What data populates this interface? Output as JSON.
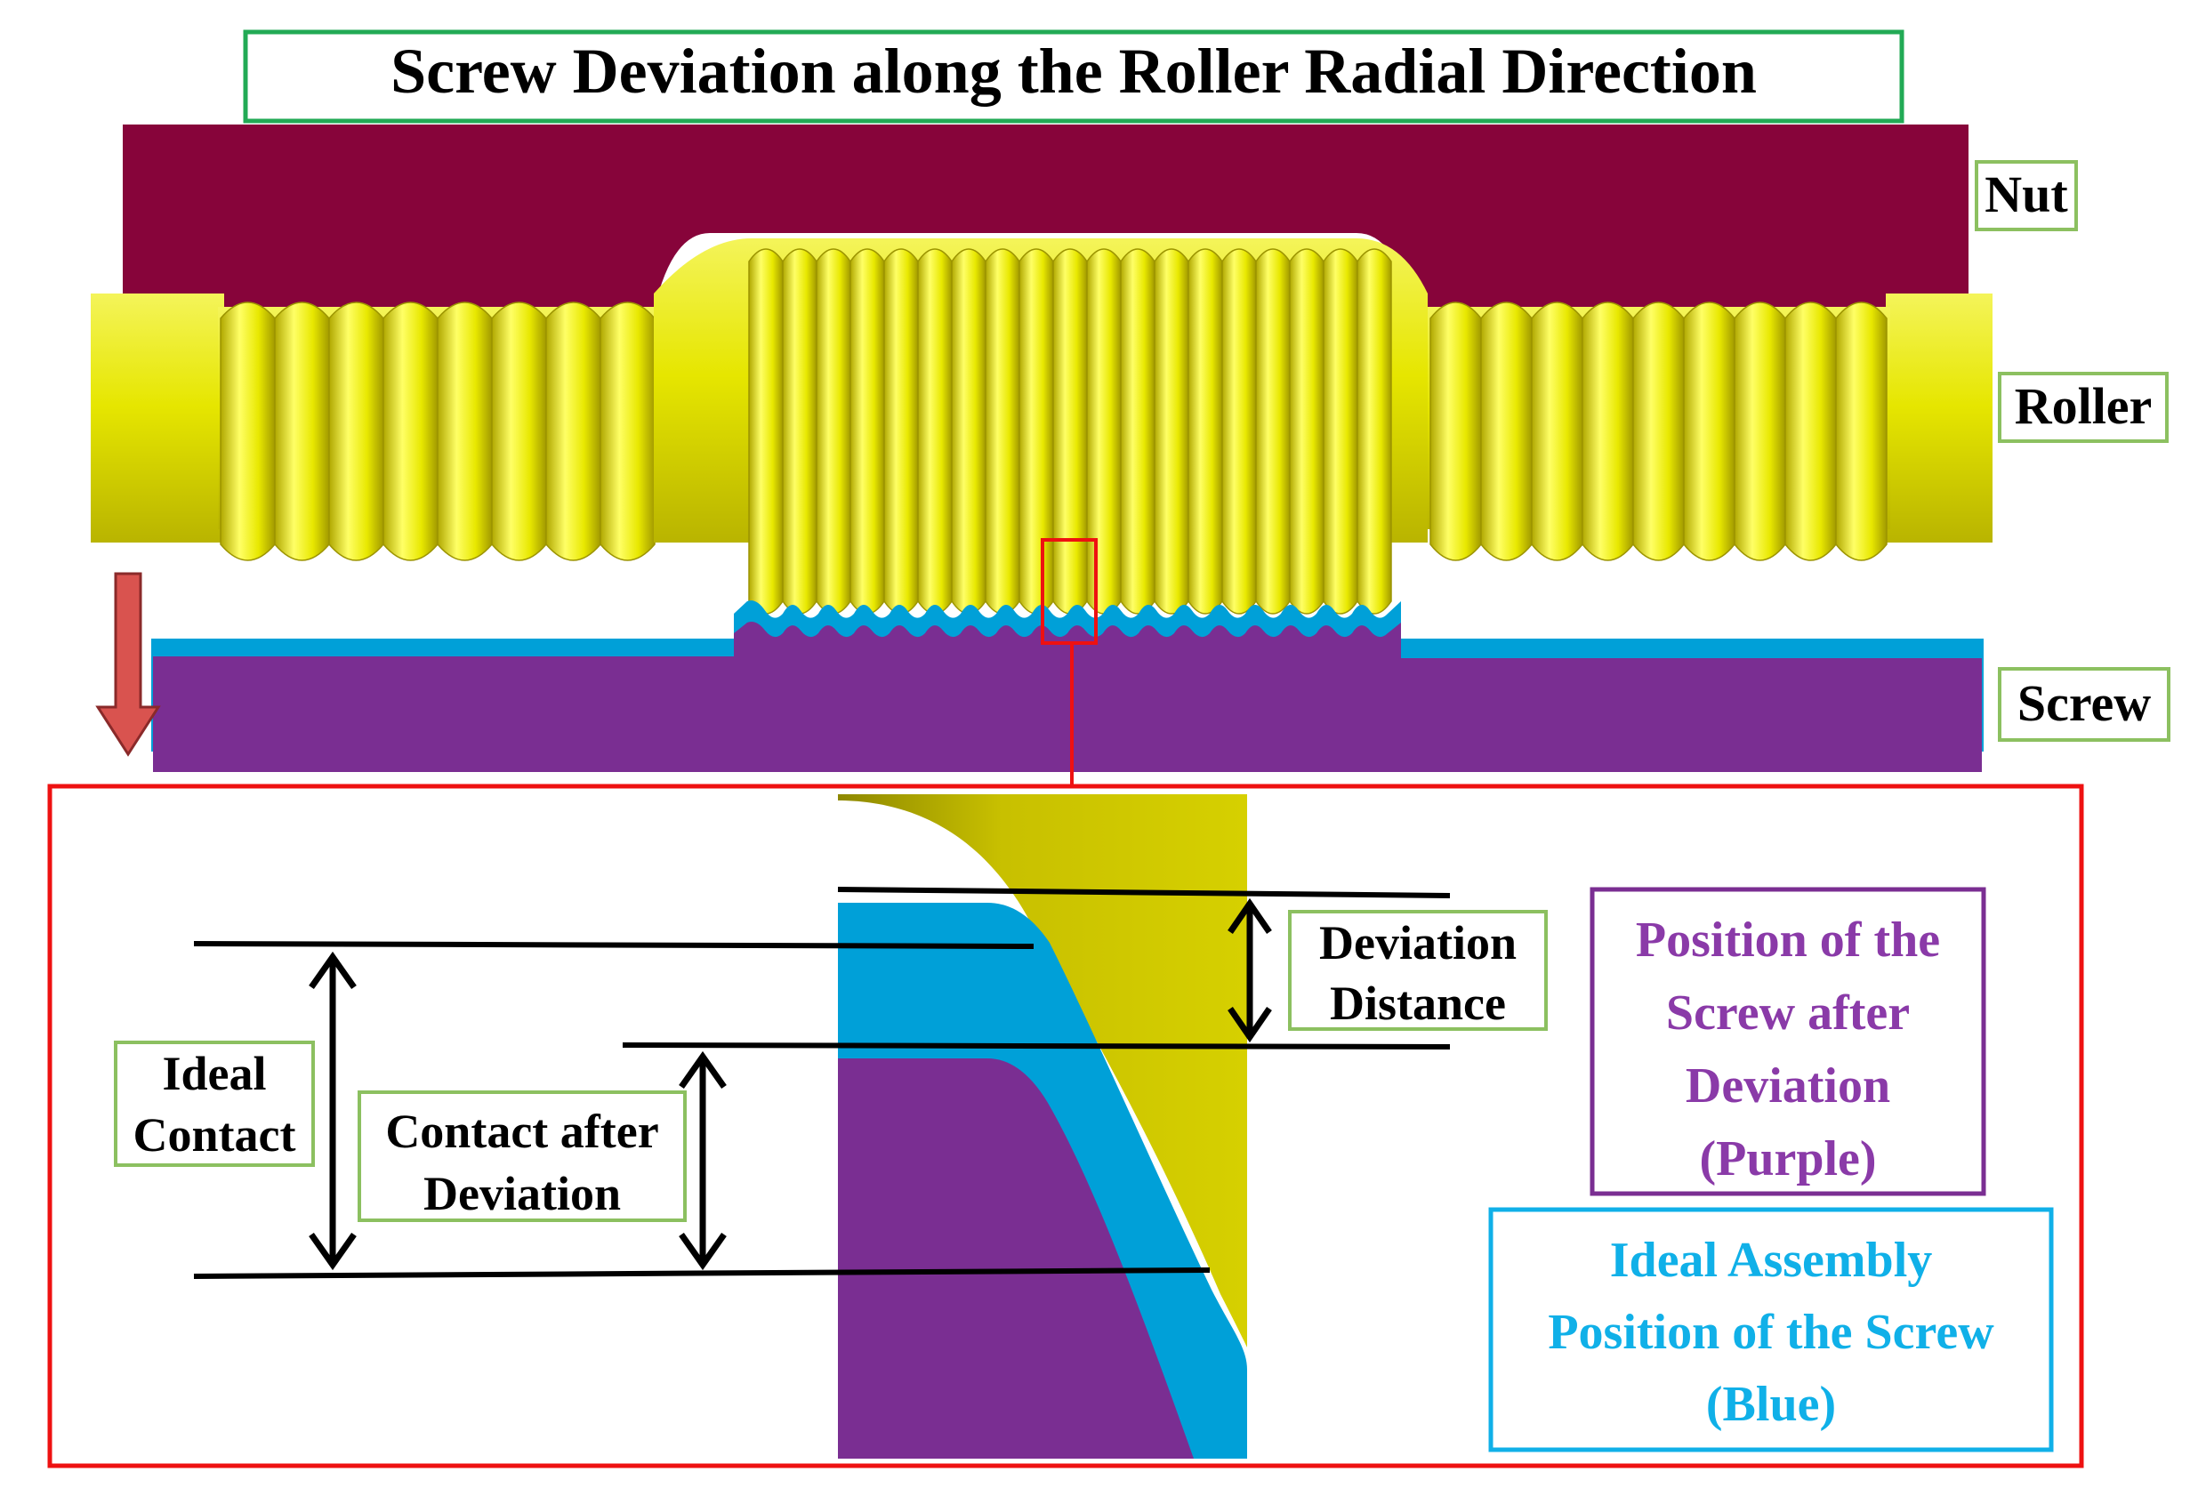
{
  "title": "Screw Deviation along the Roller Radial Direction",
  "labels": {
    "nut": "Nut",
    "roller": "Roller",
    "screw": "Screw"
  },
  "detail": {
    "ideal_contact": [
      "Ideal",
      "Contact"
    ],
    "contact_after_deviation": [
      "Contact after",
      "Deviation"
    ],
    "deviation_distance": [
      "Deviation",
      "Distance"
    ],
    "legend_purple": [
      "Position of the",
      "Screw after",
      "Deviation",
      "(Purple)"
    ],
    "legend_blue": [
      "Ideal Assembly",
      "Position of the Screw",
      "(Blue)"
    ]
  },
  "colors": {
    "nut": "#87043a",
    "roller": "#e8e800",
    "roller_shade": "#a8a000",
    "screw_purple": "#7a2e92",
    "screw_blue": "#00a0d8",
    "arrow": "#d9534f",
    "label_border": "#8cc060",
    "title_border": "#22aa55",
    "zoom_frame": "#ee1111",
    "legend_purple_text": "#8a3aa8",
    "legend_blue_text": "#10b0e8"
  },
  "icons": {
    "deviation_arrow": "down-arrow-icon"
  }
}
